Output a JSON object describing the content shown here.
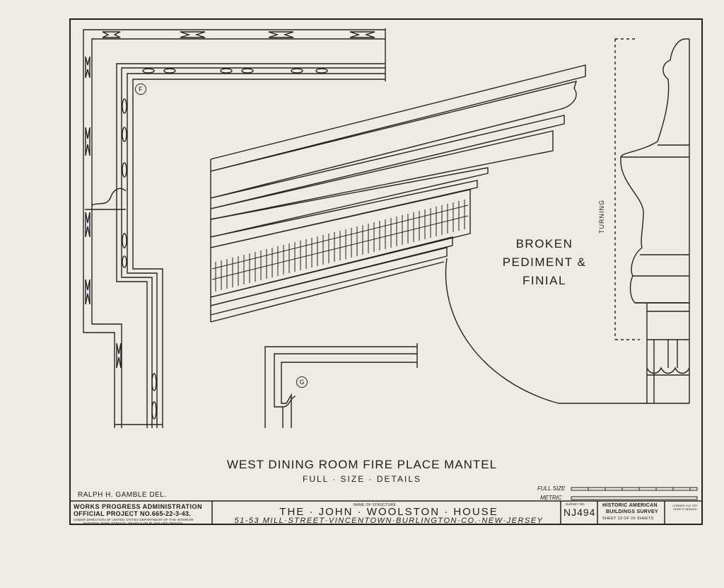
{
  "drawing": {
    "title": "WEST DINING ROOM FIRE PLACE MANTEL",
    "subtitle": "FULL · SIZE · DETAILS",
    "detail_label": "BROKEN PEDIMENT & FINIAL",
    "turning_label": "TURNING",
    "section_marks": [
      "F",
      "G"
    ],
    "delineator": "RALPH H. GAMBLE DEL."
  },
  "title_block": {
    "agency_line1": "WORKS PROGRESS ADMINISTRATION",
    "agency_line2": "OFFICIAL PROJECT NO.665-22-3-43.",
    "agency_line3": "UNDER DIRECTION OF UNITED STATES DEPARTMENT OF THE INTERIOR",
    "agency_line4": "NATIONAL PARK SERVICE, BRANCH OF PLANS AND DESIGN",
    "structure_label": "NAME OF STRUCTURE",
    "structure_name": "THE · JOHN · WOOLSTON · HOUSE",
    "address": "51-53 MILL·STREET·VINCENTOWN·BURLINGTON·CO.·NEW·JERSEY",
    "survey_label": "SURVEY NO.",
    "survey_no": "NJ494",
    "survey_name1": "HISTORIC AMERICAN",
    "survey_name2": "BUILDINGS SURVEY",
    "sheet": "SHEET 13 OF 26 SHEETS",
    "corner_note": "CORNER CUT OFF HERE IF NEEDED",
    "scale_full": "FULL SIZE",
    "scale_metric": "METRIC"
  }
}
